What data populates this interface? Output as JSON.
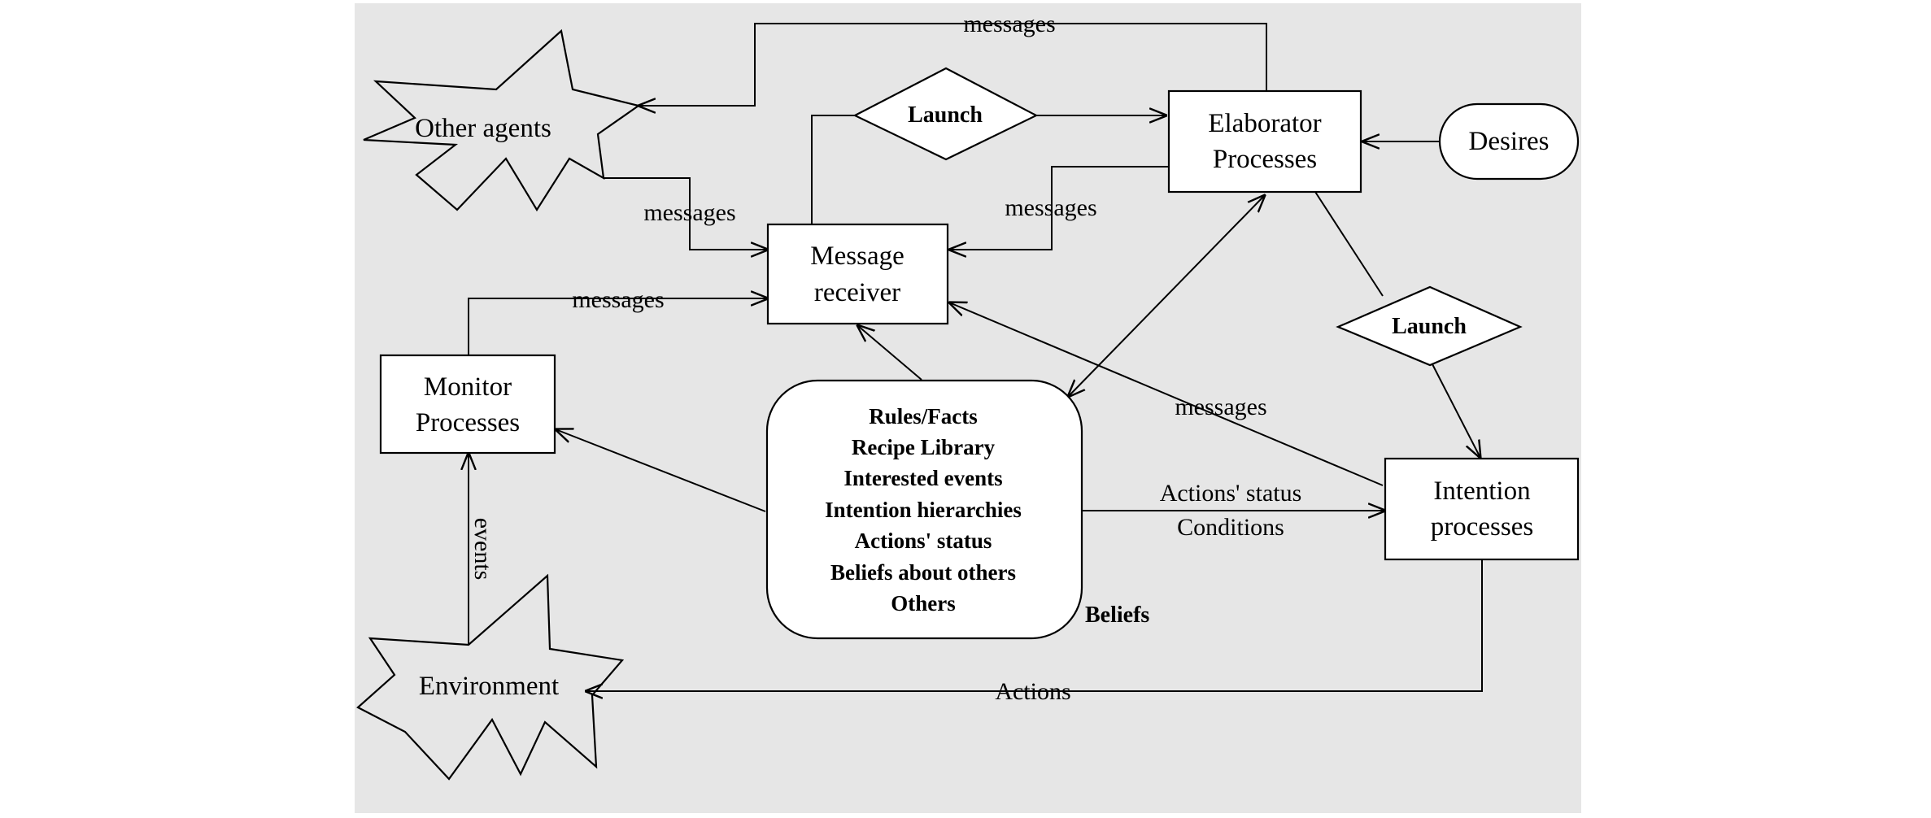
{
  "nodes": {
    "other_agents": "Other agents",
    "environment": "Environment",
    "message_receiver": [
      "Message",
      "receiver"
    ],
    "monitor_processes": [
      "Monitor",
      "Processes"
    ],
    "elaborator_processes": [
      "Elaborator",
      "Processes"
    ],
    "intention_processes": [
      "Intention",
      "processes"
    ],
    "desires": "Desires",
    "launch_top": "Launch",
    "launch_right": "Launch",
    "beliefs_items": [
      "Rules/Facts",
      "Recipe Library",
      "Interested events",
      "Intention hierarchies",
      "Actions' status",
      "Beliefs about others",
      "Others"
    ],
    "beliefs_caption": "Beliefs"
  },
  "edges": {
    "messages_top": "messages",
    "messages_from_agents": "messages",
    "messages_from_elaborator": "messages",
    "messages_from_monitor": "messages",
    "messages_from_intention": "messages",
    "events": "events",
    "actions_status": [
      "Actions' status",
      "Conditions"
    ],
    "actions": "Actions"
  }
}
